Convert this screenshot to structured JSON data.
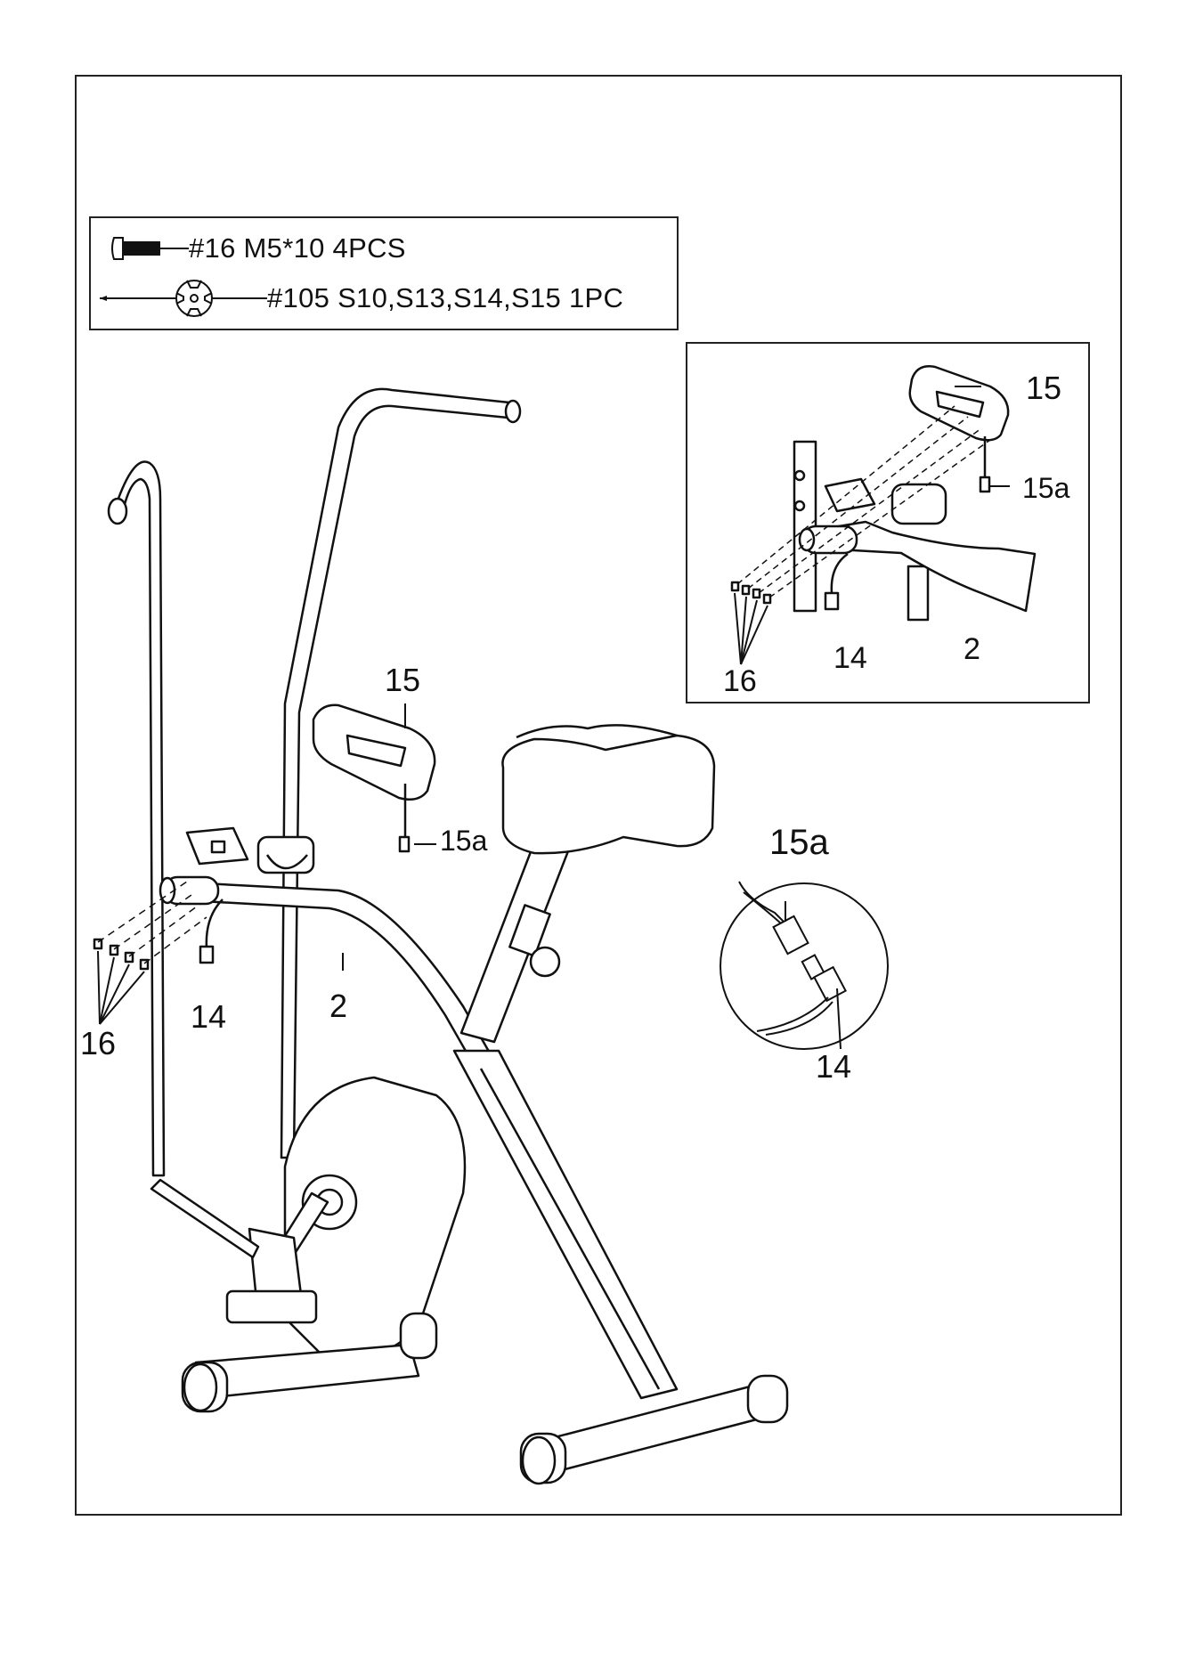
{
  "parts": [
    {
      "icon": "screw-icon",
      "text": "#16 M5*10 4PCS"
    },
    {
      "icon": "wrench-tool-icon",
      "text": "#105 S10,S13,S14,S15  1PC"
    }
  ],
  "main_labels": {
    "computer": "15",
    "sensor_wire": "15a",
    "frame_wire": "14",
    "main_frame": "2",
    "screws": "16"
  },
  "inset_labels": {
    "computer": "15",
    "sensor_wire": "15a",
    "frame_wire": "14",
    "main_frame": "2",
    "screws": "16"
  },
  "detail_labels": {
    "sensor_wire": "15a",
    "frame_wire": "14"
  }
}
